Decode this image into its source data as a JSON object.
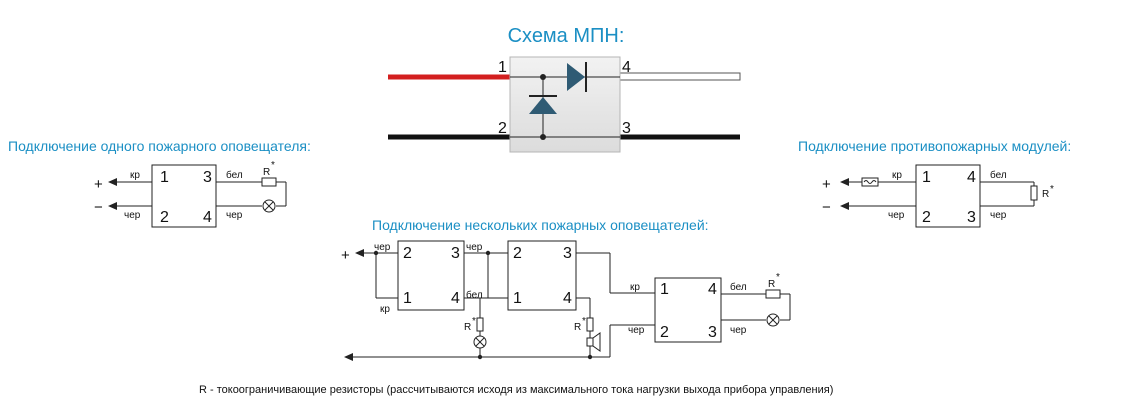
{
  "mpn": {
    "title": "Схема МПН:",
    "pins": {
      "p1": "1",
      "p2": "2",
      "p3": "3",
      "p4": "4"
    }
  },
  "single": {
    "heading": "Подключение одного пожарного оповещателя:",
    "plus": "+",
    "minus": "−",
    "wire_kr": "кр",
    "wire_cher_left": "чер",
    "wire_bel": "бел",
    "wire_cher_right": "чер",
    "pins": {
      "p1": "1",
      "p2": "2",
      "p3": "3",
      "p4": "4"
    },
    "resistor_label": "R"
  },
  "modules": {
    "heading": "Подключение противопожарных модулей:",
    "plus": "+",
    "minus": "−",
    "wire_kr": "кр",
    "wire_cher_left": "чер",
    "wire_bel": "бел",
    "wire_cher_right": "чер",
    "pins": {
      "p1": "1",
      "p2": "2",
      "p3": "3",
      "p4": "4"
    },
    "resistor_label": "R"
  },
  "multi": {
    "heading": "Подключение нескольких пожарных оповещателей:",
    "plus": "+",
    "unit_a": {
      "p1": "1",
      "p2": "2",
      "p3": "3",
      "p4": "4"
    },
    "unit_b": {
      "p1": "1",
      "p2": "2",
      "p3": "3",
      "p4": "4"
    },
    "unit_c": {
      "p1": "1",
      "p2": "2",
      "p3": "3",
      "p4": "4"
    },
    "wires": {
      "cher_a_left": "чер",
      "kr_a_left": "кр",
      "cher_a_right": "чер",
      "bel_a_right": "бел",
      "kr_c": "кр",
      "cher_c": "чер",
      "bel_c": "бел",
      "cher_c_right": "чер"
    },
    "r_label_1": "R",
    "r_label_2": "R",
    "r_label_3": "R"
  },
  "footnote": "R - токоограничивающие резисторы (рассчитываются исходя из максимального тока нагрузки выхода прибора управления)"
}
